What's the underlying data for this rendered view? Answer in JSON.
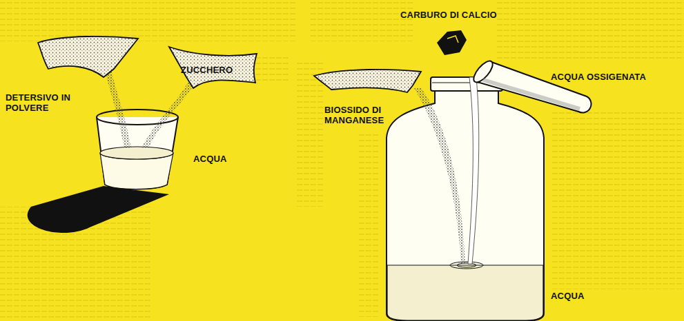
{
  "diagram": {
    "labels": [
      "CARBURO DI CALCIO",
      "DETERSIVO IN POLVERE",
      "ZUCCHERO",
      "ACQUA",
      "BIOSSIDO DI MANGANESE",
      "ACQUA OSSIGENATA",
      "ACQUA"
    ]
  }
}
